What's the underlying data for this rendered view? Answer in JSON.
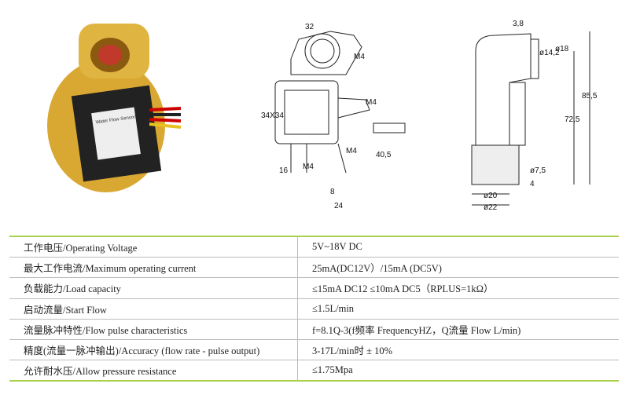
{
  "product_photo": {
    "label_text": "Water Flow Sensor"
  },
  "front_view": {
    "dims": [
      "32",
      "M4",
      "M4",
      "34X34",
      "40,5",
      "16",
      "M4",
      "M4",
      "8",
      "24"
    ]
  },
  "side_view": {
    "dims": [
      "3,8",
      "ø14,2",
      "ø18",
      "72,5",
      "85,5",
      "ø7,5",
      "4",
      "ø20",
      "ø22"
    ]
  },
  "colors": {
    "accent": "#a9d14b",
    "brass": "#d9a832"
  },
  "specs": [
    {
      "label": "工作电压/Operating Voltage",
      "value": "5V~18V DC"
    },
    {
      "label": "最大工作电流/Maximum operating current",
      "value": "25mA(DC12V）/15mA (DC5V)"
    },
    {
      "label": "负载能力/Load capacity",
      "value": "≤15mA DC12  ≤10mA DC5（RPLUS=1kΩ）"
    },
    {
      "label": "启动流量/Start Flow",
      "value": "≤1.5L/min"
    },
    {
      "label": "流量脉冲特性/Flow pulse characteristics",
      "value": "f=8.1Q-3(f频率 FrequencyHZ，Q流量 Flow L/min)"
    },
    {
      "label": "精度(流量一脉冲输出)/Accuracy (flow rate - pulse output)",
      "value": "3-17L/min时 ± 10%"
    },
    {
      "label": "允许耐水压/Allow pressure resistance",
      "value": "≤1.75Mpa"
    }
  ]
}
